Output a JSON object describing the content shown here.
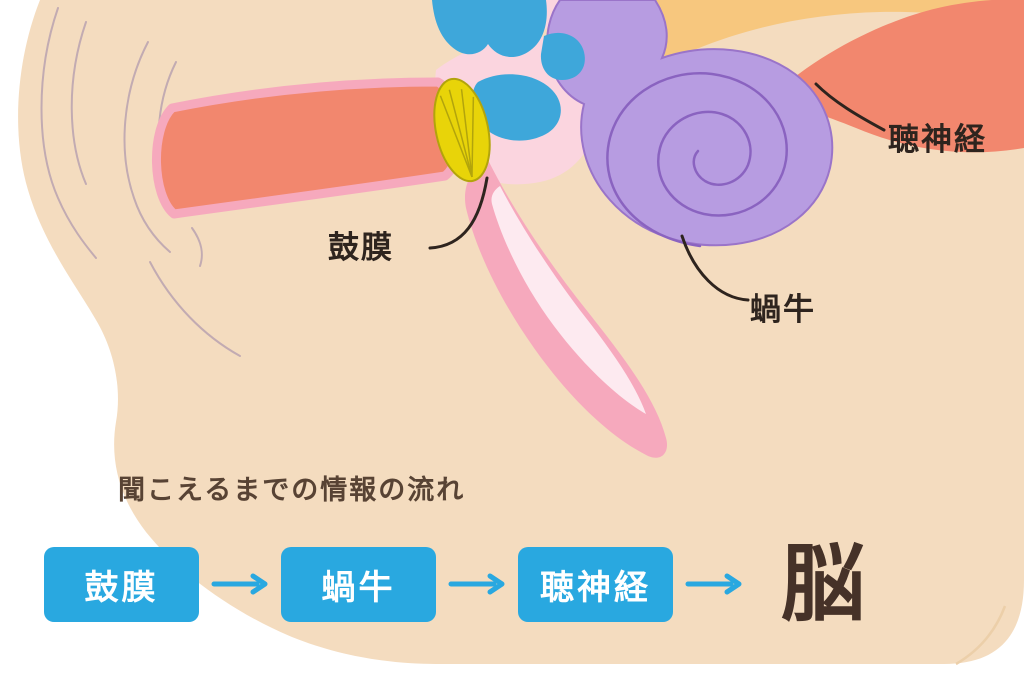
{
  "diagram": {
    "labels": {
      "eardrum": "鼓膜",
      "cochlea": "蝸牛",
      "auditory_nerve": "聴神経"
    }
  },
  "flow": {
    "title": "聞こえるまでの情報の流れ",
    "steps": [
      "鼓膜",
      "蝸牛",
      "聴神経"
    ],
    "final": "脳"
  },
  "colors": {
    "background_beige": "#f4dcbf",
    "ear_canal_salmon": "#f2876e",
    "wall_pink": "#f6a9bd",
    "cavity_pink": "#fbd5df",
    "tube_inner_pink": "#fdeaf0",
    "eardrum_yellow": "#e8d409",
    "ossicle_blue": "#3ea7da",
    "cochlea_purple": "#b79ce1",
    "cochlea_line": "#8a63c0",
    "nerve_orange": "#f7c77e",
    "label_ink": "#2e241e",
    "flow_box_blue": "#29a8e0",
    "title_brown": "#584334",
    "brain_brown": "#463228"
  }
}
